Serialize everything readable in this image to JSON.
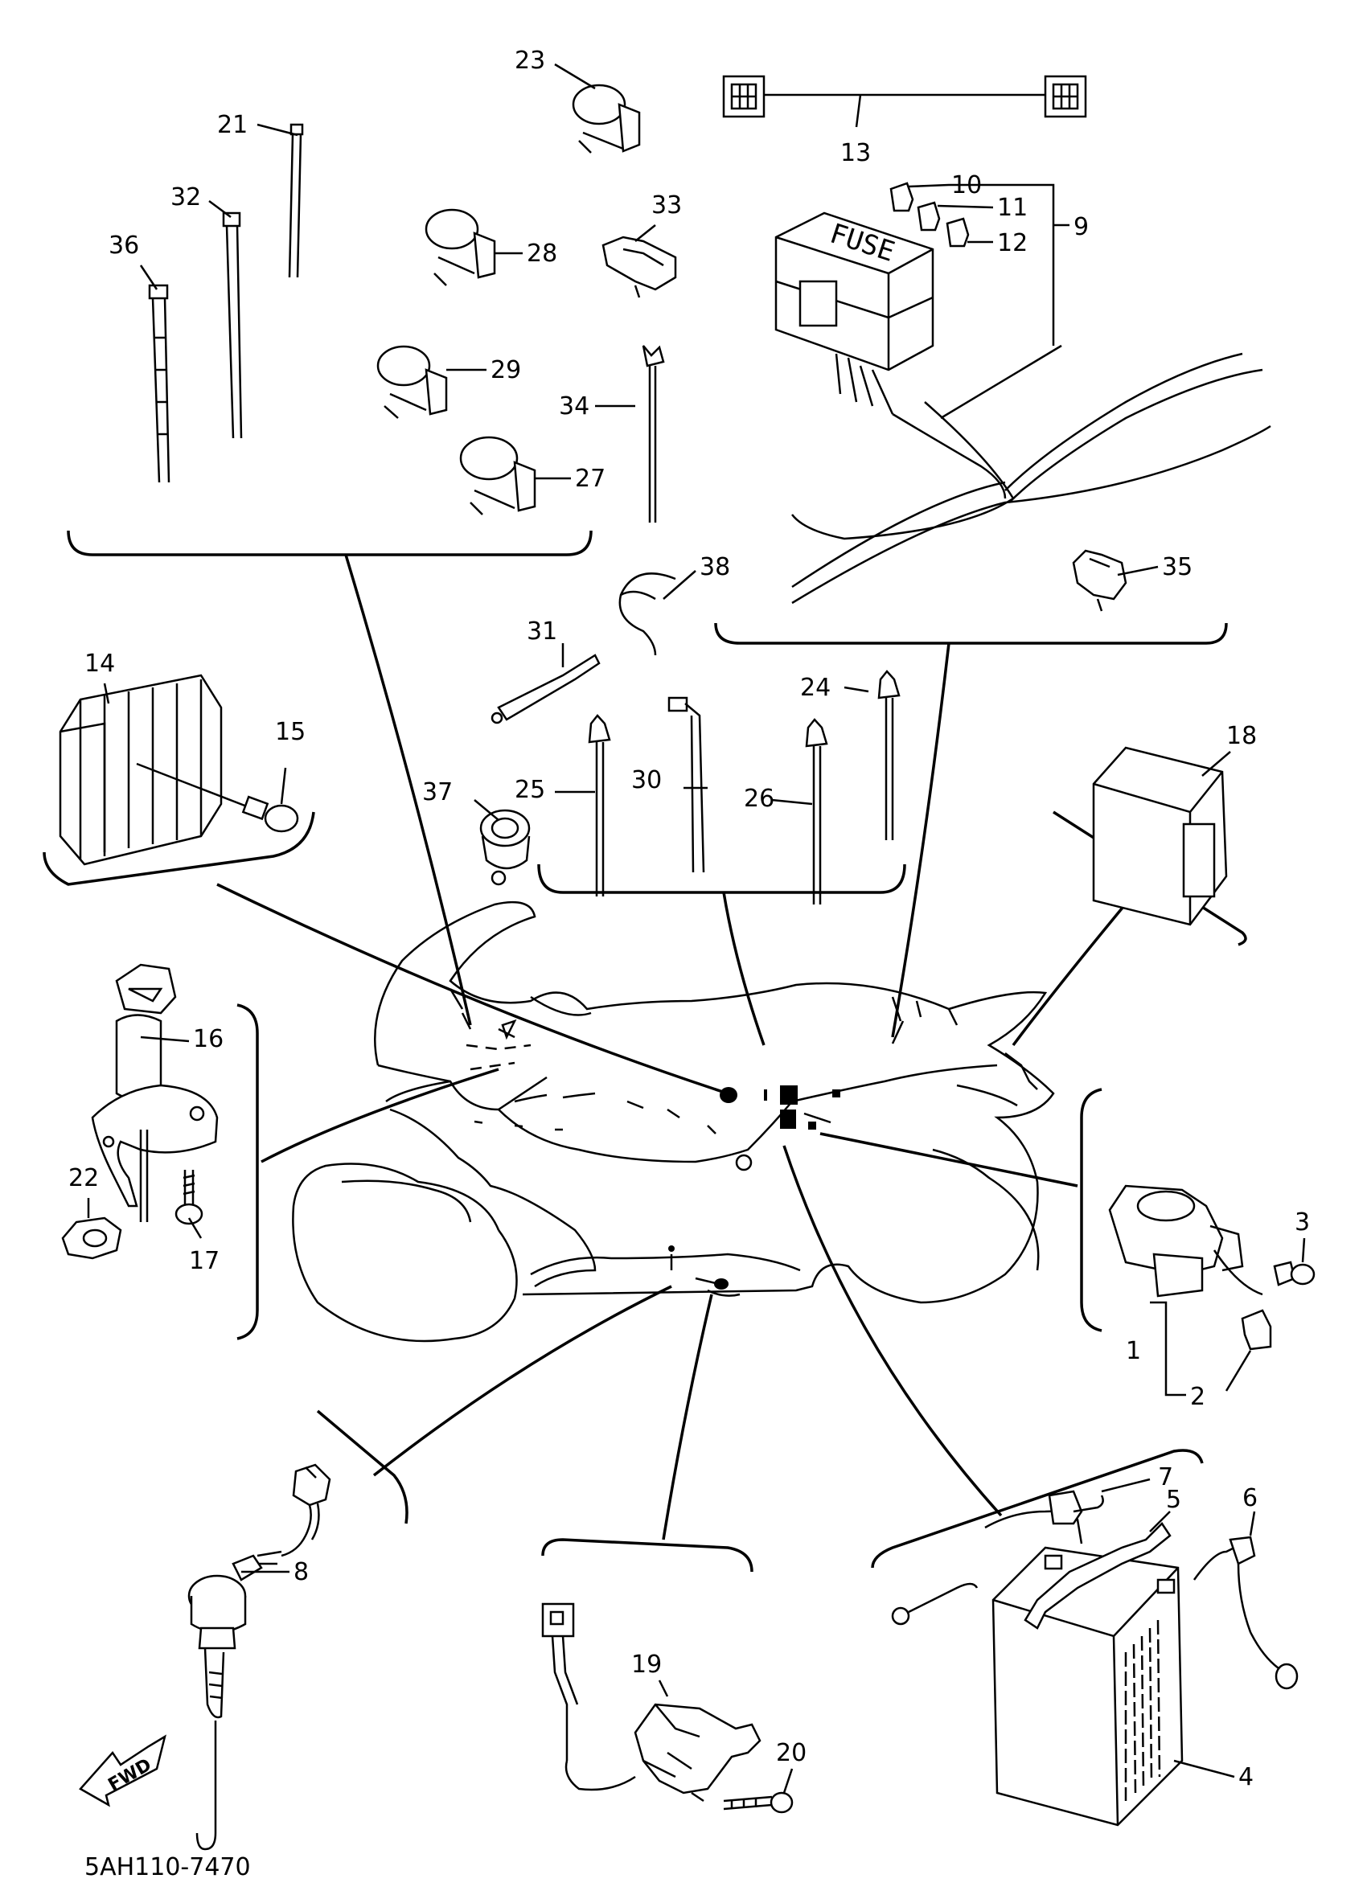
{
  "diagram": {
    "drawing_code": "5AH110-7470",
    "fwd_label": "FWD",
    "fuse_label": "FUSE",
    "callouts": [
      "1",
      "2",
      "3",
      "4",
      "5",
      "6",
      "7",
      "8",
      "9",
      "10",
      "11",
      "12",
      "13",
      "14",
      "15",
      "16",
      "17",
      "18",
      "19",
      "20",
      "21",
      "22",
      "23",
      "24",
      "25",
      "26",
      "27",
      "28",
      "29",
      "30",
      "31",
      "32",
      "33",
      "34",
      "35",
      "36",
      "37",
      "38"
    ]
  }
}
